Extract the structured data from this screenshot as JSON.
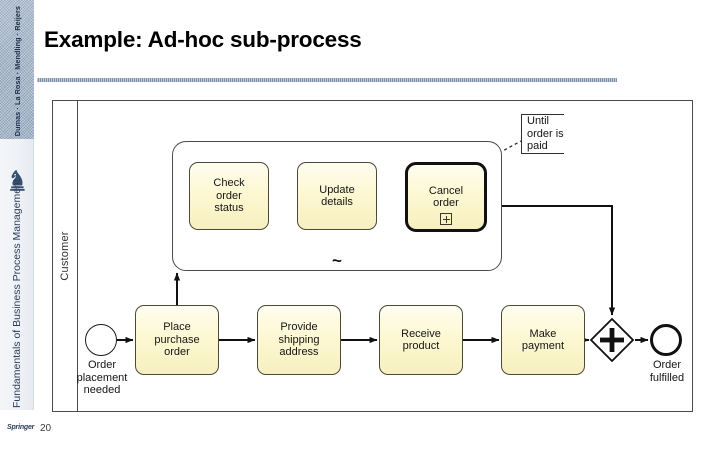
{
  "sidebar": {
    "authors": "Dumas · La Rosa · Mendling · Reijers",
    "book_title": "Fundamentals of Business Process Management",
    "publisher_wordmark": "Springer",
    "knight_icon": "chess-knight-icon",
    "band_color": "#93a7c0"
  },
  "slide": {
    "title": "Example: Ad-hoc sub-process",
    "page_number": "20",
    "rule_color": "#8aa0bb"
  },
  "diagram": {
    "type": "bpmn",
    "pool_label": "Customer",
    "adhoc": {
      "marker": "~",
      "tasks": [
        {
          "label": "Check\norder\nstatus",
          "line1": "Check",
          "line2": "order",
          "line3": "status"
        },
        {
          "label": "Update\ndetails",
          "line1": "Update",
          "line2": "details",
          "line3": ""
        },
        {
          "label": "Cancel\norder",
          "line1": "Cancel",
          "line2": "order",
          "line3": "",
          "marker": "collapsed-subprocess-plus",
          "bold_border": true
        }
      ]
    },
    "annotation": {
      "line1": "Until",
      "line2": "order is",
      "line3": "paid"
    },
    "start_event": {
      "label_line1": "Order",
      "label_line2": "placement",
      "label_line3": "needed",
      "icon": "start-event-circle"
    },
    "end_event": {
      "label_line1": "Order",
      "label_line2": "fulfilled",
      "icon": "end-event-circle"
    },
    "gateway": {
      "kind": "parallel",
      "symbol": "+"
    },
    "main_tasks": [
      {
        "line1": "Place",
        "line2": "purchase",
        "line3": "order"
      },
      {
        "line1": "Provide",
        "line2": "shipping",
        "line3": "address"
      },
      {
        "line1": "Receive",
        "line2": "product",
        "line3": ""
      },
      {
        "line1": "Make",
        "line2": "payment",
        "line3": ""
      }
    ],
    "colors": {
      "task_fill": "#fdf8d3",
      "task_stroke": "#4a4a36",
      "flow_stroke": "#111111",
      "pool_stroke": "#4b4b4b"
    }
  }
}
